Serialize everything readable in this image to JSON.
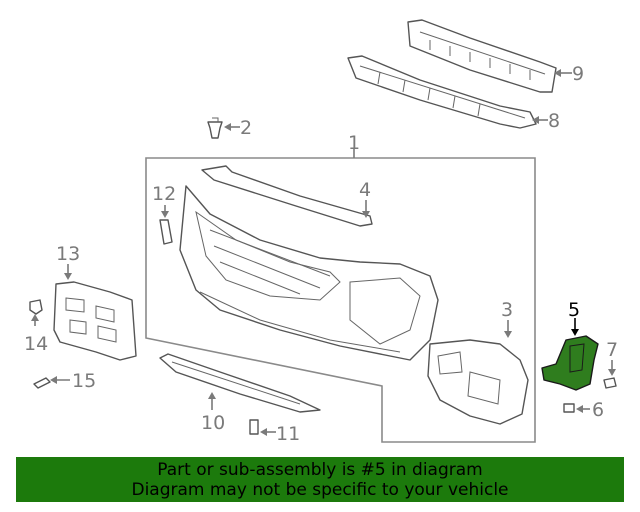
{
  "diagram": {
    "callouts": {
      "c1": "1",
      "c2": "2",
      "c3": "3",
      "c4": "4",
      "c5": "5",
      "c6": "6",
      "c7": "7",
      "c8": "8",
      "c9": "9",
      "c10": "10",
      "c11": "11",
      "c12": "12",
      "c13": "13",
      "c14": "14",
      "c15": "15"
    },
    "highlight_color": "#2f7d1e"
  },
  "banner": {
    "line1": "Part or sub-assembly is #5 in diagram",
    "line2": "Diagram may not be specific to your vehicle",
    "background": "#1c7a0c"
  }
}
